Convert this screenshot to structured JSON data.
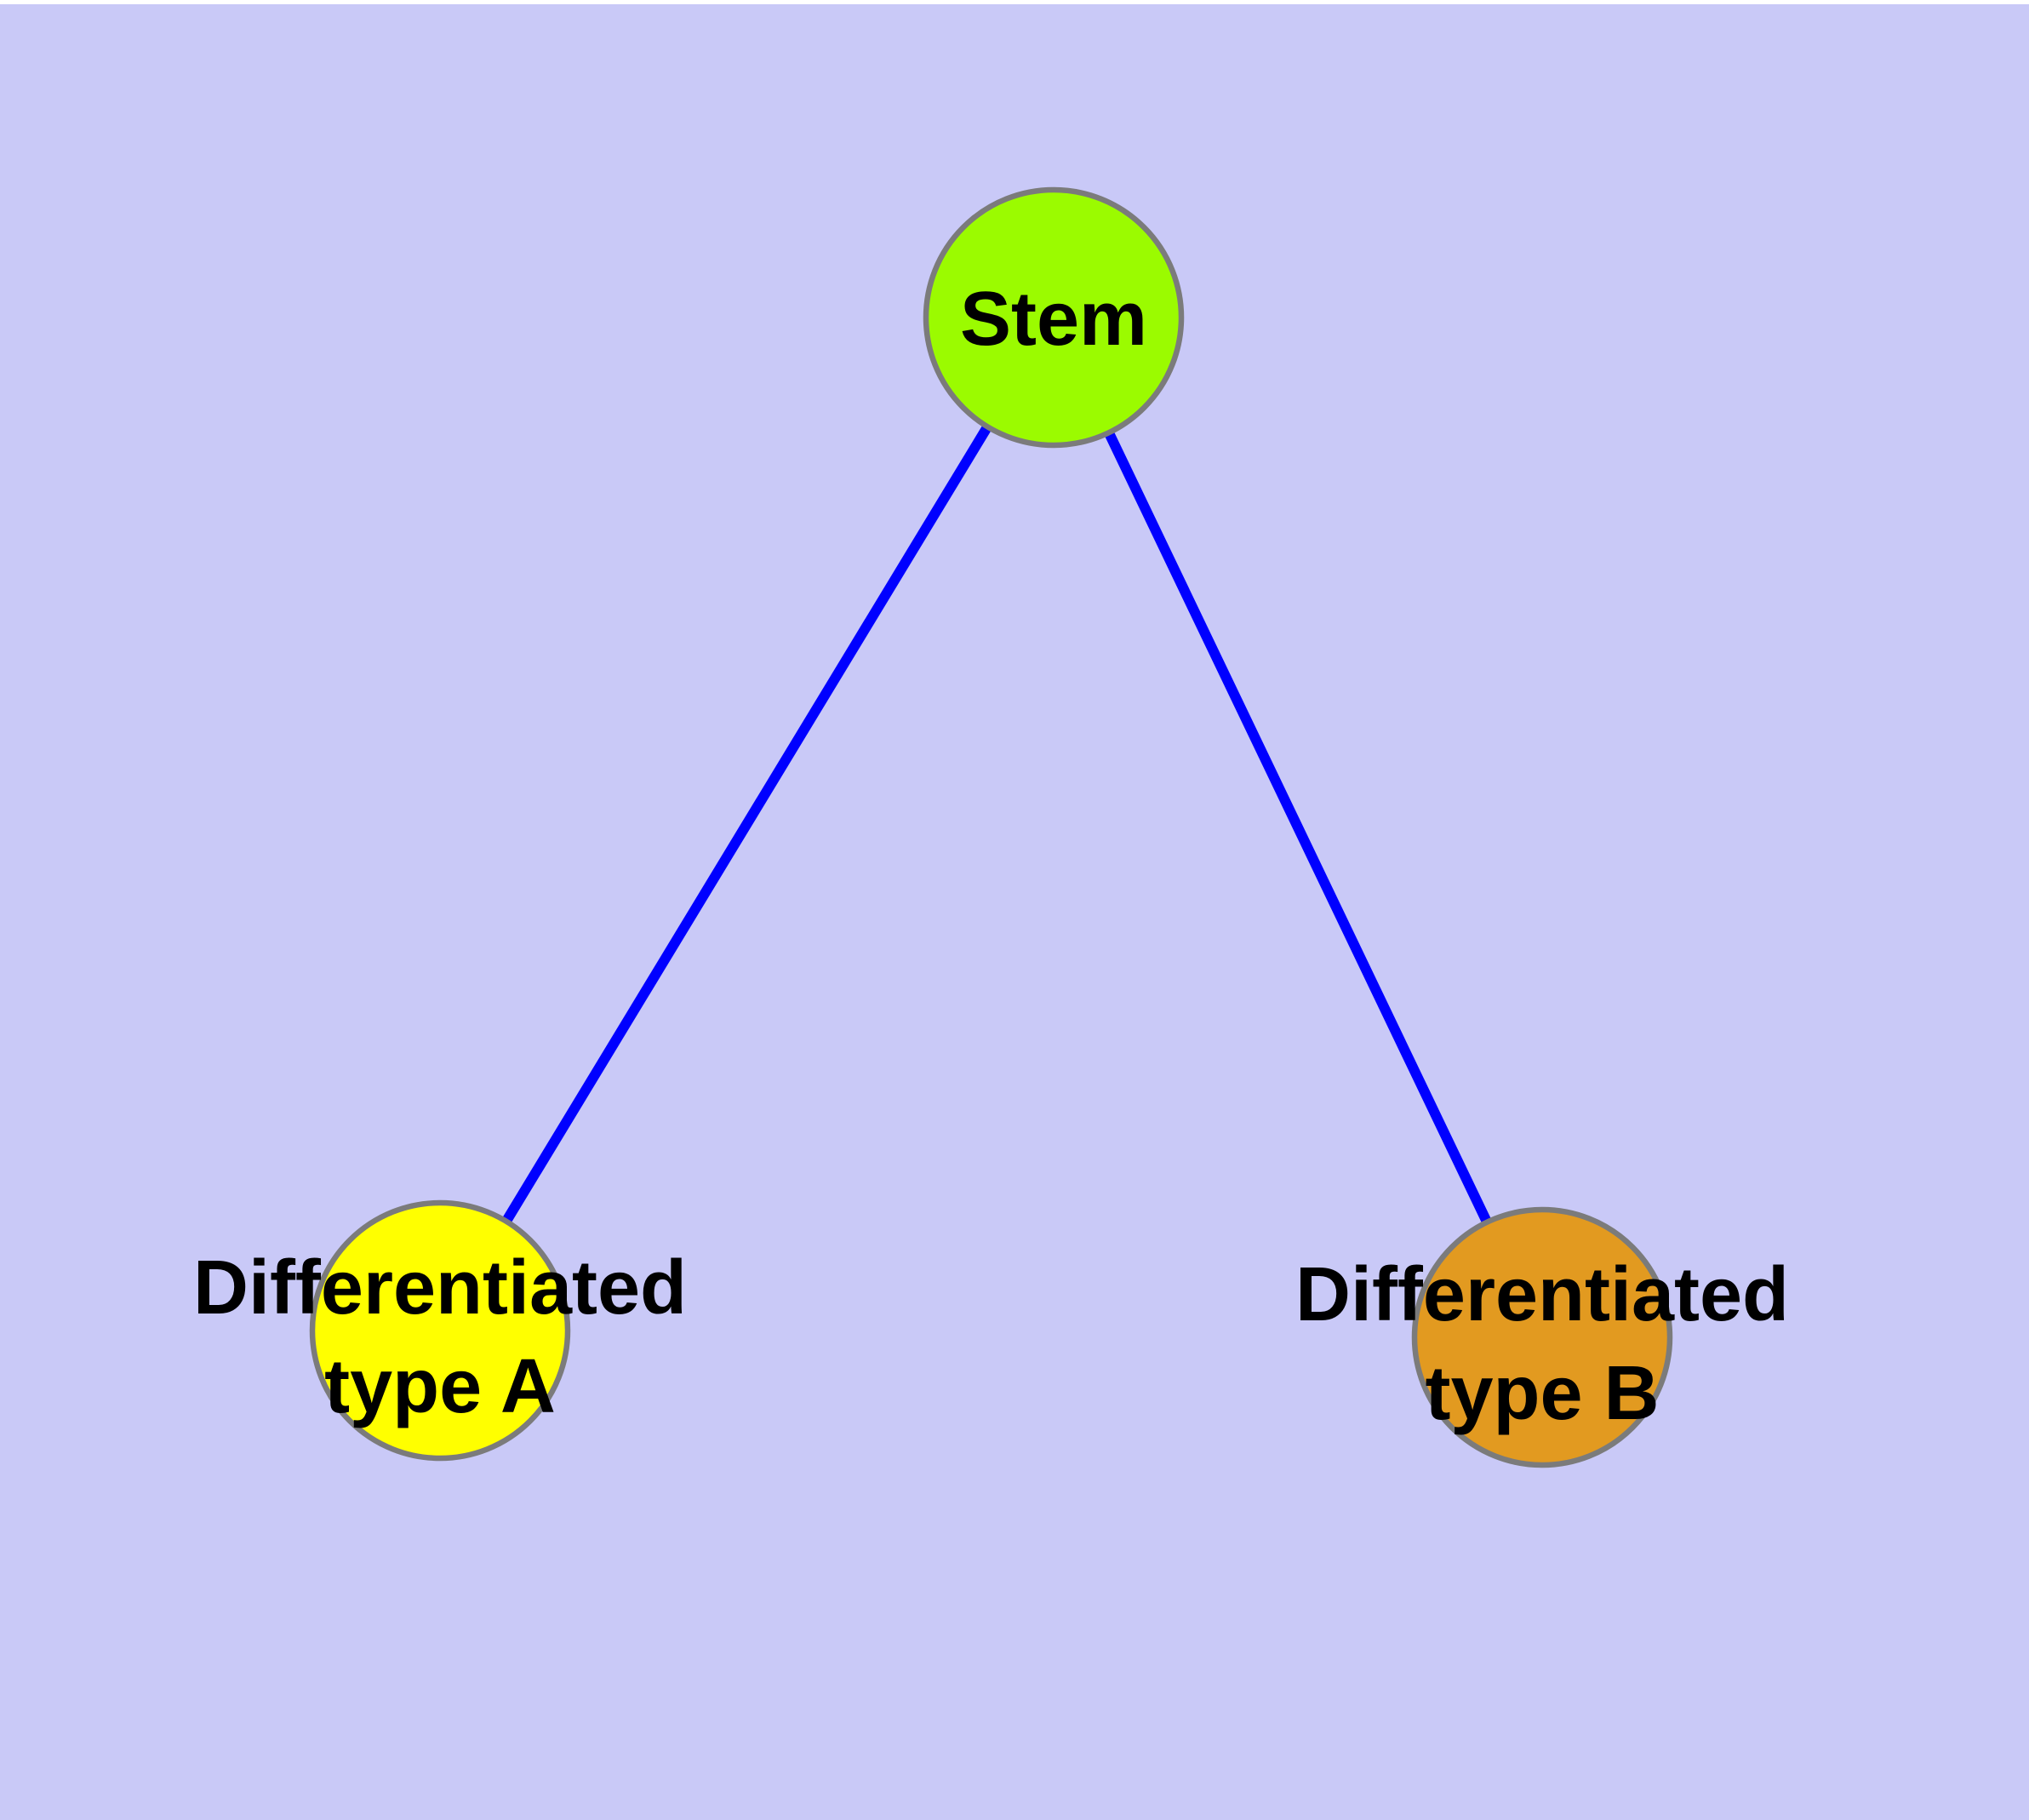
{
  "diagram": {
    "type": "node-link-graph",
    "description": "Stem cell differentiation graph: one stem node connected to two differentiated cell type nodes"
  },
  "colors": {
    "background": "#C9C9F7",
    "top_margin": "#FFFFFF",
    "node_border": "#7B7B7B",
    "edge": "#0000FF",
    "label_text": "#000000",
    "stem_fill": "#9BFB00",
    "type_a_fill": "#FFFF00",
    "type_b_fill": "#E29A20"
  },
  "nodes": [
    {
      "id": "stem",
      "label": "Stem",
      "fill": "#9BFB00"
    },
    {
      "id": "differentiated-type-a",
      "label": "Differentiated type A",
      "label_line1": "Differentiated",
      "label_line2": "type A",
      "fill": "#FFFF00"
    },
    {
      "id": "differentiated-type-b",
      "label": "Differentiated type B",
      "label_line1": "Differentiated",
      "label_line2": "type B",
      "fill": "#E29A20"
    }
  ],
  "edges": [
    {
      "from": "stem",
      "to": "differentiated-type-a"
    },
    {
      "from": "stem",
      "to": "differentiated-type-b"
    }
  ]
}
